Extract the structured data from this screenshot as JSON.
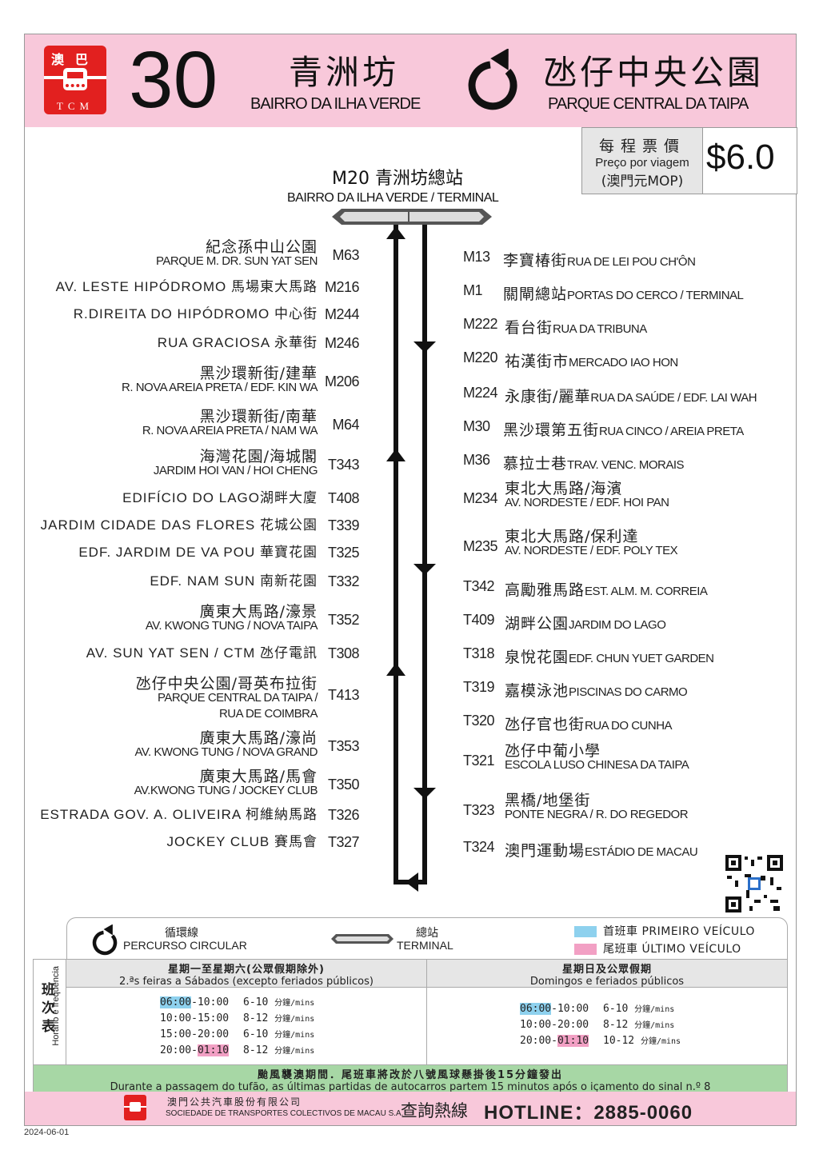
{
  "header": {
    "logo_top": "澳巴",
    "logo_bottom": "TCM",
    "route_number": "30",
    "origin_zh": "青洲坊",
    "origin_pt": "BAIRRO DA ILHA VERDE",
    "destination_zh": "氹仔中央公園",
    "destination_pt": "PARQUE CENTRAL DA TAIPA"
  },
  "fare": {
    "label_zh": "每程票價",
    "label_pt": "Preço por viagem",
    "currency": "(澳門元MOP)",
    "amount": "$6.0"
  },
  "terminal": {
    "code_zh": "M20 青洲坊總站",
    "name_pt": "BAIRRO DA ILHA VERDE / TERMINAL"
  },
  "left_stops": [
    {
      "zh": "紀念孫中山公園",
      "pt": "PARQUE M. DR. SUN YAT SEN",
      "code": "M63"
    },
    {
      "inline": "AV. LESTE HIPÓDROMO 馬場東大馬路",
      "code": "M216"
    },
    {
      "inline": "R.DIREITA DO HIPÓDROMO  中心街",
      "code": "M244"
    },
    {
      "inline": "RUA GRACIOSA  永華街",
      "code": "M246"
    },
    {
      "zh": "黑沙環新街/建華",
      "pt": "R. NOVA AREIA PRETA / EDF. KIN WA",
      "code": "M206"
    },
    {
      "zh": "黑沙環新街/南華",
      "pt": "R. NOVA AREIA PRETA / NAM WA",
      "code": "M64"
    },
    {
      "zh": "海灣花園/海城閣",
      "pt": "JARDIM HOI VAN / HOI CHENG",
      "code": "T343"
    },
    {
      "inline": "EDIFÍCIO DO LAGO湖畔大廈",
      "code": "T408"
    },
    {
      "inline": "JARDIM CIDADE DAS FLORES  花城公園",
      "code": "T339"
    },
    {
      "inline": "EDF. JARDIM DE VA POU  華寶花園",
      "code": "T325"
    },
    {
      "inline": "EDF. NAM SUN  南新花園",
      "code": "T332"
    },
    {
      "zh": "廣東大馬路/濠景",
      "pt": "AV. KWONG TUNG / NOVA TAIPA",
      "code": "T352"
    },
    {
      "inline": "AV. SUN YAT SEN / CTM  氹仔電訊",
      "code": "T308"
    },
    {
      "zh": "氹仔中央公園/哥英布拉街",
      "pt": "PARQUE CENTRAL DA TAIPA /",
      "pt2": "RUA DE COIMBRA",
      "code": "T413"
    },
    {
      "zh": "廣東大馬路/濠尚",
      "pt": "AV. KWONG TUNG / NOVA GRAND",
      "code": "T353"
    },
    {
      "zh": "廣東大馬路/馬會",
      "pt": "AV.KWONG TUNG / JOCKEY CLUB",
      "code": "T350"
    },
    {
      "inline": "ESTRADA GOV. A. OLIVEIRA 柯維納馬路",
      "code": "T326"
    },
    {
      "inline": "JOCKEY CLUB 賽馬會",
      "code": "T327"
    }
  ],
  "right_stops": [
    {
      "code": "M13",
      "zh": "李寶椿街",
      "pt": "RUA DE LEI POU CH'ÔN"
    },
    {
      "code": "M1",
      "zh": "關閘總站",
      "pt": "PORTAS DO CERCO / TERMINAL"
    },
    {
      "code": "M222",
      "zh": "看台街",
      "pt": "RUA DA TRIBUNA"
    },
    {
      "code": "M220",
      "zh": "祐漢街市",
      "pt": "MERCADO IAO HON"
    },
    {
      "code": "M224",
      "zh": "永康街/麗華",
      "pt": "RUA DA SAÚDE / EDF. LAI WAH"
    },
    {
      "code": "M30",
      "zh": "黑沙環第五街",
      "pt": "RUA CINCO / AREIA PRETA"
    },
    {
      "code": "M36",
      "zh": "慕拉士巷",
      "pt": "TRAV. VENC. MORAIS"
    },
    {
      "code": "M234",
      "zh": "東北大馬路/海濱",
      "pt": "AV. NORDESTE / EDF. HOI PAN",
      "two": true
    },
    {
      "code": "M235",
      "zh": "東北大馬路/保利達",
      "pt": "AV. NORDESTE / EDF. POLY TEX",
      "two": true
    },
    {
      "code": "T342",
      "zh": "高勵雅馬路",
      "pt": "EST. ALM. M. CORREIA"
    },
    {
      "code": "T409",
      "zh": "湖畔公園",
      "pt": "JARDIM DO LAGO"
    },
    {
      "code": "T318",
      "zh": "泉悅花園",
      "pt": "EDF. CHUN YUET GARDEN"
    },
    {
      "code": "T319",
      "zh": "嘉模泳池",
      "pt": "PISCINAS DO CARMO"
    },
    {
      "code": "T320",
      "zh": "氹仔官也街",
      "pt": "RUA DO CUNHA"
    },
    {
      "code": "T321",
      "zh": "氹仔中葡小學",
      "pt": "ESCOLA LUSO CHINESA DA TAIPA",
      "two": true
    },
    {
      "code": "T323",
      "zh": "黑橋/地堡街",
      "pt": "PONTE NEGRA / R. DO REGEDOR",
      "two": true
    },
    {
      "code": "T324",
      "zh": "澳門運動場",
      "pt": "ESTÁDIO DE MACAU"
    }
  ],
  "legend": {
    "circular_zh": "循環線",
    "circular_pt": "PERCURSO CIRCULAR",
    "terminal_zh": "總站",
    "terminal_pt": "TERMINAL",
    "first_bus": "首班車 PRIMEIRO VEÍCULO",
    "last_bus": "尾班車 ÚLTIMO VEÍCULO",
    "first_color": "#8ed1ee",
    "last_color": "#f2a0c4"
  },
  "schedule": {
    "side_zh": "班次表",
    "side_pt": "Horário e frequência",
    "weekday": {
      "title_zh": "星期一至星期六(公眾假期除外)",
      "title_pt": "2.ªs feiras a Sábados (excepto feriados públicos)",
      "rows": [
        {
          "start": "06:00",
          "end": "-10:00",
          "freq": "6-10",
          "unit": "分鐘/mins",
          "first": true
        },
        {
          "time": "10:00-15:00",
          "freq": "8-12",
          "unit": "分鐘/mins"
        },
        {
          "time": "15:00-20:00",
          "freq": "6-10",
          "unit": "分鐘/mins"
        },
        {
          "start": "20:00-",
          "end": "01:10",
          "freq": "8-12",
          "unit": "分鐘/mins",
          "last": true
        }
      ]
    },
    "holiday": {
      "title_zh": "星期日及公眾假期",
      "title_pt": "Domingos e feriados públicos",
      "rows": [
        {
          "start": "06:00",
          "end": "-10:00",
          "freq": "6-10",
          "unit": "分鐘/mins",
          "first": true
        },
        {
          "time": "10:00-20:00",
          "freq": "8-12",
          "unit": "分鐘/mins"
        },
        {
          "start": "20:00-",
          "end": "01:10",
          "freq": "10-12",
          "unit": "分鐘/mins",
          "last": true
        }
      ]
    }
  },
  "typhoon": {
    "zh": "颱風襲澳期間．尾班車將改於八號風球懸掛後15分鐘發出",
    "pt": "Durante a passagem do tufão, as últimas partidas de autocarros partem 15 minutos após o içamento do sinal n.º 8"
  },
  "footer": {
    "company_zh": "澳門公共汽車股份有限公司",
    "company_pt": "SOCIEDADE DE TRANSPORTES COLECTIVOS DE MACAU S.A.",
    "hotline_zh": "查詢熱線",
    "hotline_en": "HOTLINE：2885-0060",
    "date": "2024-06-01"
  }
}
